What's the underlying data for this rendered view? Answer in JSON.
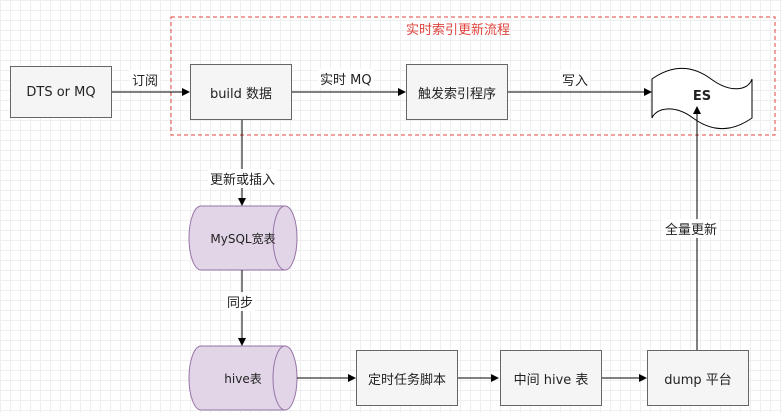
{
  "group": {
    "title": "实时索引更新流程"
  },
  "nodes": {
    "dts": "DTS or MQ",
    "build": "build 数据",
    "trigger": "触发索引程序",
    "es": "ES",
    "mysql": "MySQL宽表",
    "hive": "hive表",
    "script": "定时任务脚本",
    "mid_hive": "中间 hive 表",
    "dump": "dump 平台"
  },
  "edges": {
    "subscribe": "订阅",
    "realtime_mq": "实时 MQ",
    "write": "写入",
    "upsert": "更新或插入",
    "sync": "同步",
    "full_update": "全量更新"
  },
  "colors": {
    "group_border": "#e0443e",
    "cylinder_fill": "#e1d5e7",
    "cylinder_stroke": "#9673a6",
    "box_fill": "#f5f5f5",
    "box_stroke": "#666666"
  }
}
